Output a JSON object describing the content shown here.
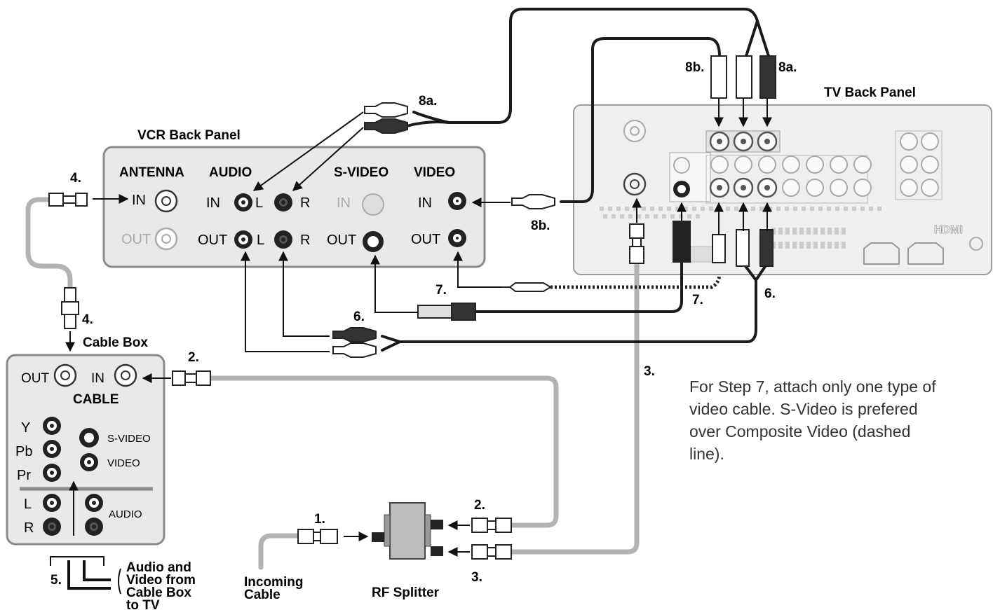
{
  "panels": {
    "vcr_title": "VCR Back Panel",
    "tv_title": "TV Back Panel",
    "cable_box_title": "Cable Box"
  },
  "vcr": {
    "antenna": "ANTENNA",
    "audio": "AUDIO",
    "svideo": "S-VIDEO",
    "video": "VIDEO",
    "in": "IN",
    "out": "OUT",
    "l": "L",
    "r": "R"
  },
  "cable_box": {
    "out": "OUT",
    "in": "IN",
    "cable": "CABLE",
    "y": "Y",
    "pb": "Pb",
    "pr": "Pr",
    "svideo": "S-VIDEO",
    "video": "VIDEO",
    "l": "L",
    "r": "R",
    "audio": "AUDIO"
  },
  "tv": {
    "hdmi": "HDMI"
  },
  "steps": {
    "s1": "1.",
    "s2": "2.",
    "s3": "3.",
    "s4": "4.",
    "s5": "5.",
    "s6": "6.",
    "s7": "7.",
    "s8a": "8a.",
    "s8b": "8b."
  },
  "labels": {
    "incoming_line1": "Incoming",
    "incoming_line2": "Cable",
    "rf_splitter": "RF Splitter",
    "av_line1": "Audio and",
    "av_line2": "Video from",
    "av_line3": "Cable Box",
    "av_line4": "to TV"
  },
  "note": "For Step 7, attach only one type of video cable. S-Video is prefered over Composite Video (dashed line)."
}
